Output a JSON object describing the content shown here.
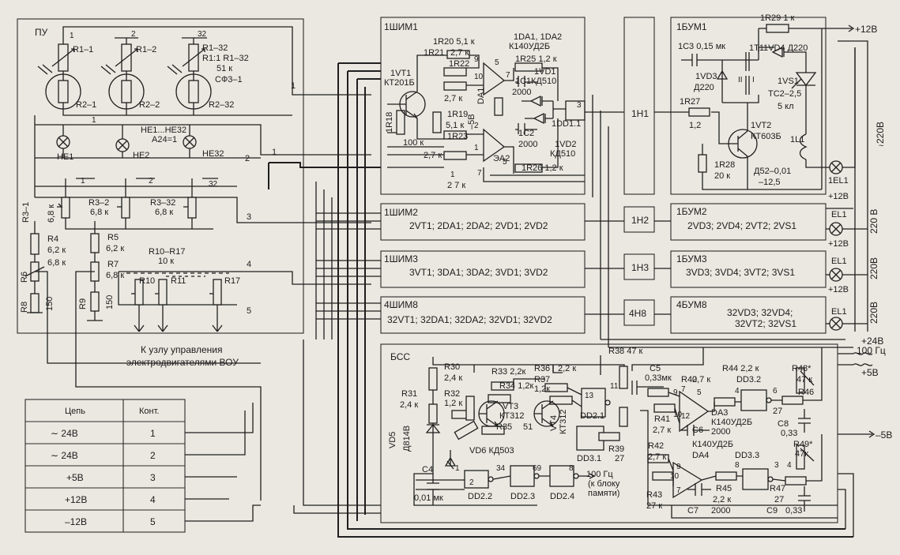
{
  "blocks": {
    "pu": "ПУ",
    "shim1": "1ШИМ1",
    "shim2": "1ШИМ2",
    "shim3": "1ШИМ3",
    "shim8": "4ШИМ8",
    "bum1": "1БУМ1",
    "bum2": "1БУМ2",
    "bum3": "1БУМ3",
    "bum8": "4БУМ8",
    "bss": "БСС",
    "h1": "1Н1",
    "h2": "1Н2",
    "h3": "1Н3",
    "h8": "4Н8"
  },
  "pu": {
    "n1": "1",
    "n2": "2",
    "n32": "32",
    "r1_1": "R1–1",
    "r1_2": "R1–2",
    "r1_32a": "R1–32",
    "r1_32b": "R1:1 R1–32",
    "r1_val": "51 к",
    "r1_type": "СФ3–1",
    "r2_1": "R2–1",
    "r2_2": "R2–2",
    "r2_32": "R2–32",
    "he_range": "НЕ1...НЕ32",
    "he_code": "А24=1",
    "he1": "НЕ1",
    "he2": "НЕ2",
    "he32": "НЕ32",
    "r3_1": "R3–1",
    "r3_1v": "6,8 к",
    "r3_2": "R3–2",
    "r3_2v": "6,8 к",
    "r3_32": "R3–32",
    "r3_32v": "6,8 к",
    "c1": "1",
    "c2": "2",
    "c32": "32",
    "r4": "R4",
    "r4v": "6,2 к",
    "r4v2": "6,8 к",
    "r5": "R5",
    "r5v": "6,2 к",
    "r7": "R7",
    "r7v": "6,8 к",
    "r6": "R6",
    "r8": "R8",
    "r8v": "150",
    "r9": "R9",
    "r9v": "150",
    "r10_17": "R10–R17",
    "r10_17v": "10 к",
    "r10": "R10",
    "r11": "R11",
    "r17": "R17",
    "note1": "К узлу управления",
    "note2": "электродвигателями ВОУ",
    "out1": "1",
    "out1b": "1",
    "out2": "2",
    "out3": "3",
    "out4": "4",
    "out5": "5"
  },
  "shim1": {
    "r20": "1R20  5,1 к",
    "r21": "1R21",
    "r21v": "2,7 к",
    "r22": "1R22",
    "r22v": "2,7 к",
    "vt1": "1VT1",
    "vt1t": "КТ201Б",
    "r18": "1R18",
    "r18v": "100 к",
    "r19": "1R19",
    "r19v": "5,1 к",
    "r23": "1R23",
    "r23v": "2,7 к",
    "da": "1DA1, 1DA2",
    "da_t": "К140УД2Б",
    "r25": "1R25  1,2 к",
    "c1": "1C1",
    "c1v": "2000",
    "c2": "1C2",
    "c2v": "2000",
    "vd1": "1VD1",
    "vd1t": "КД510",
    "dd1": "1DD1.1",
    "vd2": "1VD2",
    "vd2t": "КД510",
    "r26": "1R26  1,2 к",
    "da1": "DA1",
    "da2": "ЭА2",
    "b5": "–5В",
    "p5": "5",
    "p9": "9",
    "p10": "10",
    "p2": "2",
    "p1": "1",
    "p7": "7",
    "p3": "3",
    "p5b": "5",
    "p7b": "7",
    "p1b": "1",
    "r27k": "2 7 к"
  },
  "rows": {
    "shim2": "2VT1; 2DA1; 2DA2; 2VD1; 2VD2",
    "shim3": "3VT1; 3DA1; 3DA2; 3VD1; 3VD2",
    "shim8": "32VT1; 32DA1; 32DA2; 32VD1; 32VD2",
    "bum2": "2VD3; 2VD4; 2VT2; 2VS1",
    "bum3": "3VD3; 3VD4; 3VT2; 3VS1",
    "bum8a": "32VD3; 32VD4;",
    "bum8b": "32VT2; 32VS1"
  },
  "bum1": {
    "r29": "1R29 1 к",
    "c3": "1C3  0,15 мк",
    "vd3": "1VD3",
    "vd3t": "Д220",
    "t1": "1T1",
    "vd4": "1VD4  Д220",
    "vs1": "1VS1",
    "vs1t": "ТС2–2,5",
    "vs1v": "5 кл",
    "r27": "1R27",
    "r27v": "1,2",
    "vt2": "1VT2",
    "vt2t": "КТ603Б",
    "r28": "1R28",
    "r28v": "20 к",
    "l1": "1L1",
    "l1t": "Д52–0,01",
    "l1v": "–12,5",
    "el1": "1EL1",
    "el": "EL1",
    "ii": "II",
    "i": "I"
  },
  "rails": {
    "p12": "+12В",
    "p12b": "+12В",
    "p12c": "+12В",
    "p12d": "+12В",
    "ac220a": "220В",
    "ac220b": "220 В",
    "ac220c": "220В",
    "ac220d": "220В",
    "p24": "+24В",
    "hz100": "100 Гц",
    "p5": "+5В",
    "m5": "–5В"
  },
  "bss": {
    "r30": "R30",
    "r30v": "2,4 к",
    "r31": "R31",
    "r31v": "2,4 к",
    "r32": "R32",
    "r32v": "1,2 к",
    "vd5": "VD5",
    "vd5t": "Д814В",
    "r33": "R33 2,2к",
    "r34": "R34  1,2к",
    "vt3": "VT3",
    "vt3t": "КТ312",
    "vt4": "VT4",
    "vt4t": "КТ312",
    "r35": "R35",
    "r35v": "51",
    "r36": "R36",
    "r36v": "2,2 к",
    "r37": "R37",
    "r37v": "1,2к",
    "r38": "R38  47 к",
    "c5": "C5",
    "c5v": "0,33мк",
    "dd21": "DD2.1",
    "dd31": "DD3.1",
    "r39": "R39",
    "r39v": "27",
    "vd6": "VD6  КД503",
    "c4": "C4",
    "c4v": "0,01 мк",
    "dd22": "DD2.2",
    "dd23": "DD2.3",
    "dd24": "DD2.4",
    "f100": "100 Гц",
    "f100b": "(к блоку",
    "f100c": "памяти)",
    "r40": "R40",
    "r40v": "2,7 к",
    "r41": "R41",
    "r41v": "2,7 к",
    "r42": "R42",
    "r42v": "2,7 к",
    "r43": "R43",
    "r43v": "27 к",
    "r44": "R44  2,2 к",
    "dd32": "DD3.2",
    "r48": "R48*",
    "r48v": "47 к",
    "r46": "R46",
    "r46v": "27",
    "c8": "C8",
    "c8v": "0,33",
    "da3": "DA3",
    "da3t": "К140УД2Б",
    "c6": "C6",
    "c6v": "2000",
    "da4t": "К140УД2Б",
    "da4": "DA4",
    "dd33": "DD3.3",
    "r49": "R49*",
    "r49v": "47к",
    "r45": "R45",
    "r45v": "2,2 к",
    "r47": "R47",
    "r47v": "27",
    "c7": "C7",
    "c7v": "2000",
    "c9": "C9",
    "c9v": "0,33",
    "n1": "1",
    "n2": "2",
    "n34": "34",
    "n69": "69",
    "n8": "8",
    "n11": "11",
    "n13": "13",
    "n4": "4",
    "n5": "5",
    "n9": "9",
    "n10": "10",
    "n7": "7",
    "n12": "12",
    "n4b": "4",
    "n3": "3",
    "n6": "6",
    "n8b": "8",
    "n10b": "10",
    "n7b": "7",
    "n9b": "9"
  },
  "table": {
    "head_chain": "Цепь",
    "head_cont": "Конт.",
    "rows": [
      {
        "chain": "∼ 24В",
        "cont": "1"
      },
      {
        "chain": "∼ 24В",
        "cont": "2"
      },
      {
        "chain": "+5В",
        "cont": "3"
      },
      {
        "chain": "+12В",
        "cont": "4"
      },
      {
        "chain": "–12В",
        "cont": "5"
      }
    ]
  }
}
